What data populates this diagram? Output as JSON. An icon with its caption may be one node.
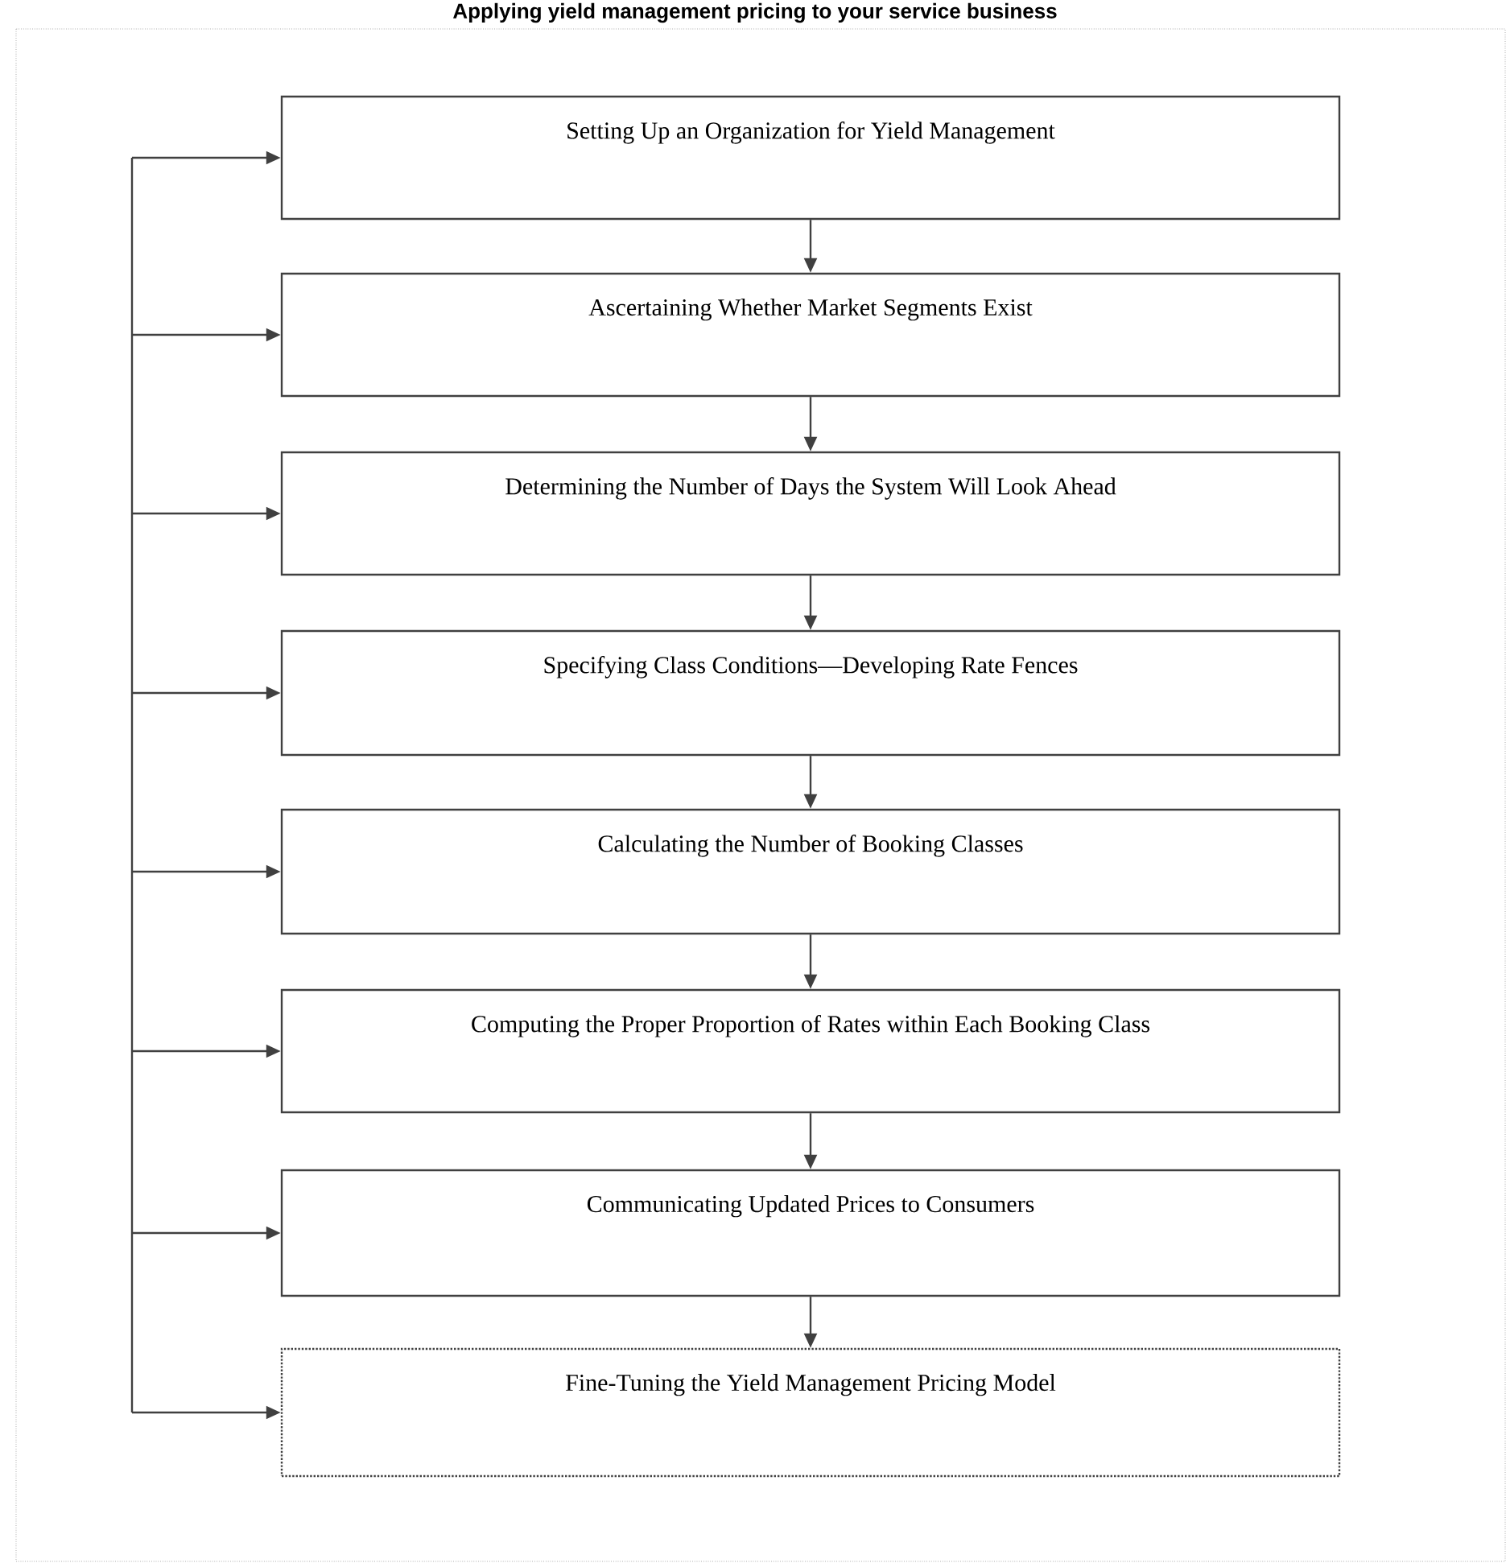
{
  "diagram": {
    "title": "Applying yield management pricing to your service business",
    "nodes": [
      {
        "text": [
          "Setting Up an Organization for Yield Management"
        ]
      },
      {
        "text": [
          "Ascertaining Whether Market Segments Exist"
        ]
      },
      {
        "text": [
          "Determining the Number of Days the System Will Look Ahead"
        ]
      },
      {
        "text": [
          "Specifying Class Conditions—Developing Rate Fences"
        ]
      },
      {
        "text": [
          "Calculating the Number of Booking Classes"
        ]
      },
      {
        "text": [
          "Computing the Proper Proportion of Rates within Each Booking Class"
        ]
      },
      {
        "text": [
          "Communicating Updated Prices to Consumers"
        ]
      },
      {
        "text": [
          "Fine-Tuning the Yield Management Pricing Model"
        ]
      }
    ],
    "edges": [
      {
        "from": 0,
        "to": 1,
        "arrow": "to"
      },
      {
        "from": 1,
        "to": 2,
        "arrow": "to"
      },
      {
        "from": 2,
        "to": 3,
        "arrow": "to"
      },
      {
        "from": 3,
        "to": 4,
        "arrow": "to"
      },
      {
        "from": 4,
        "to": 5,
        "arrow": "to"
      },
      {
        "from": 5,
        "to": 6,
        "arrow": "to"
      },
      {
        "from": 6,
        "to": 7,
        "arrow": "to"
      },
      {
        "from": null,
        "to": 0,
        "arrow": "to"
      },
      {
        "from": null,
        "to": 1,
        "arrow": "to"
      },
      {
        "from": null,
        "to": 2,
        "arrow": "to"
      },
      {
        "from": null,
        "to": 3,
        "arrow": "to"
      },
      {
        "from": null,
        "to": 4,
        "arrow": "to"
      },
      {
        "from": null,
        "to": 5,
        "arrow": "to"
      },
      {
        "from": null,
        "to": 6,
        "arrow": "to"
      },
      {
        "from": null,
        "to": 7,
        "arrow": "to"
      }
    ]
  }
}
